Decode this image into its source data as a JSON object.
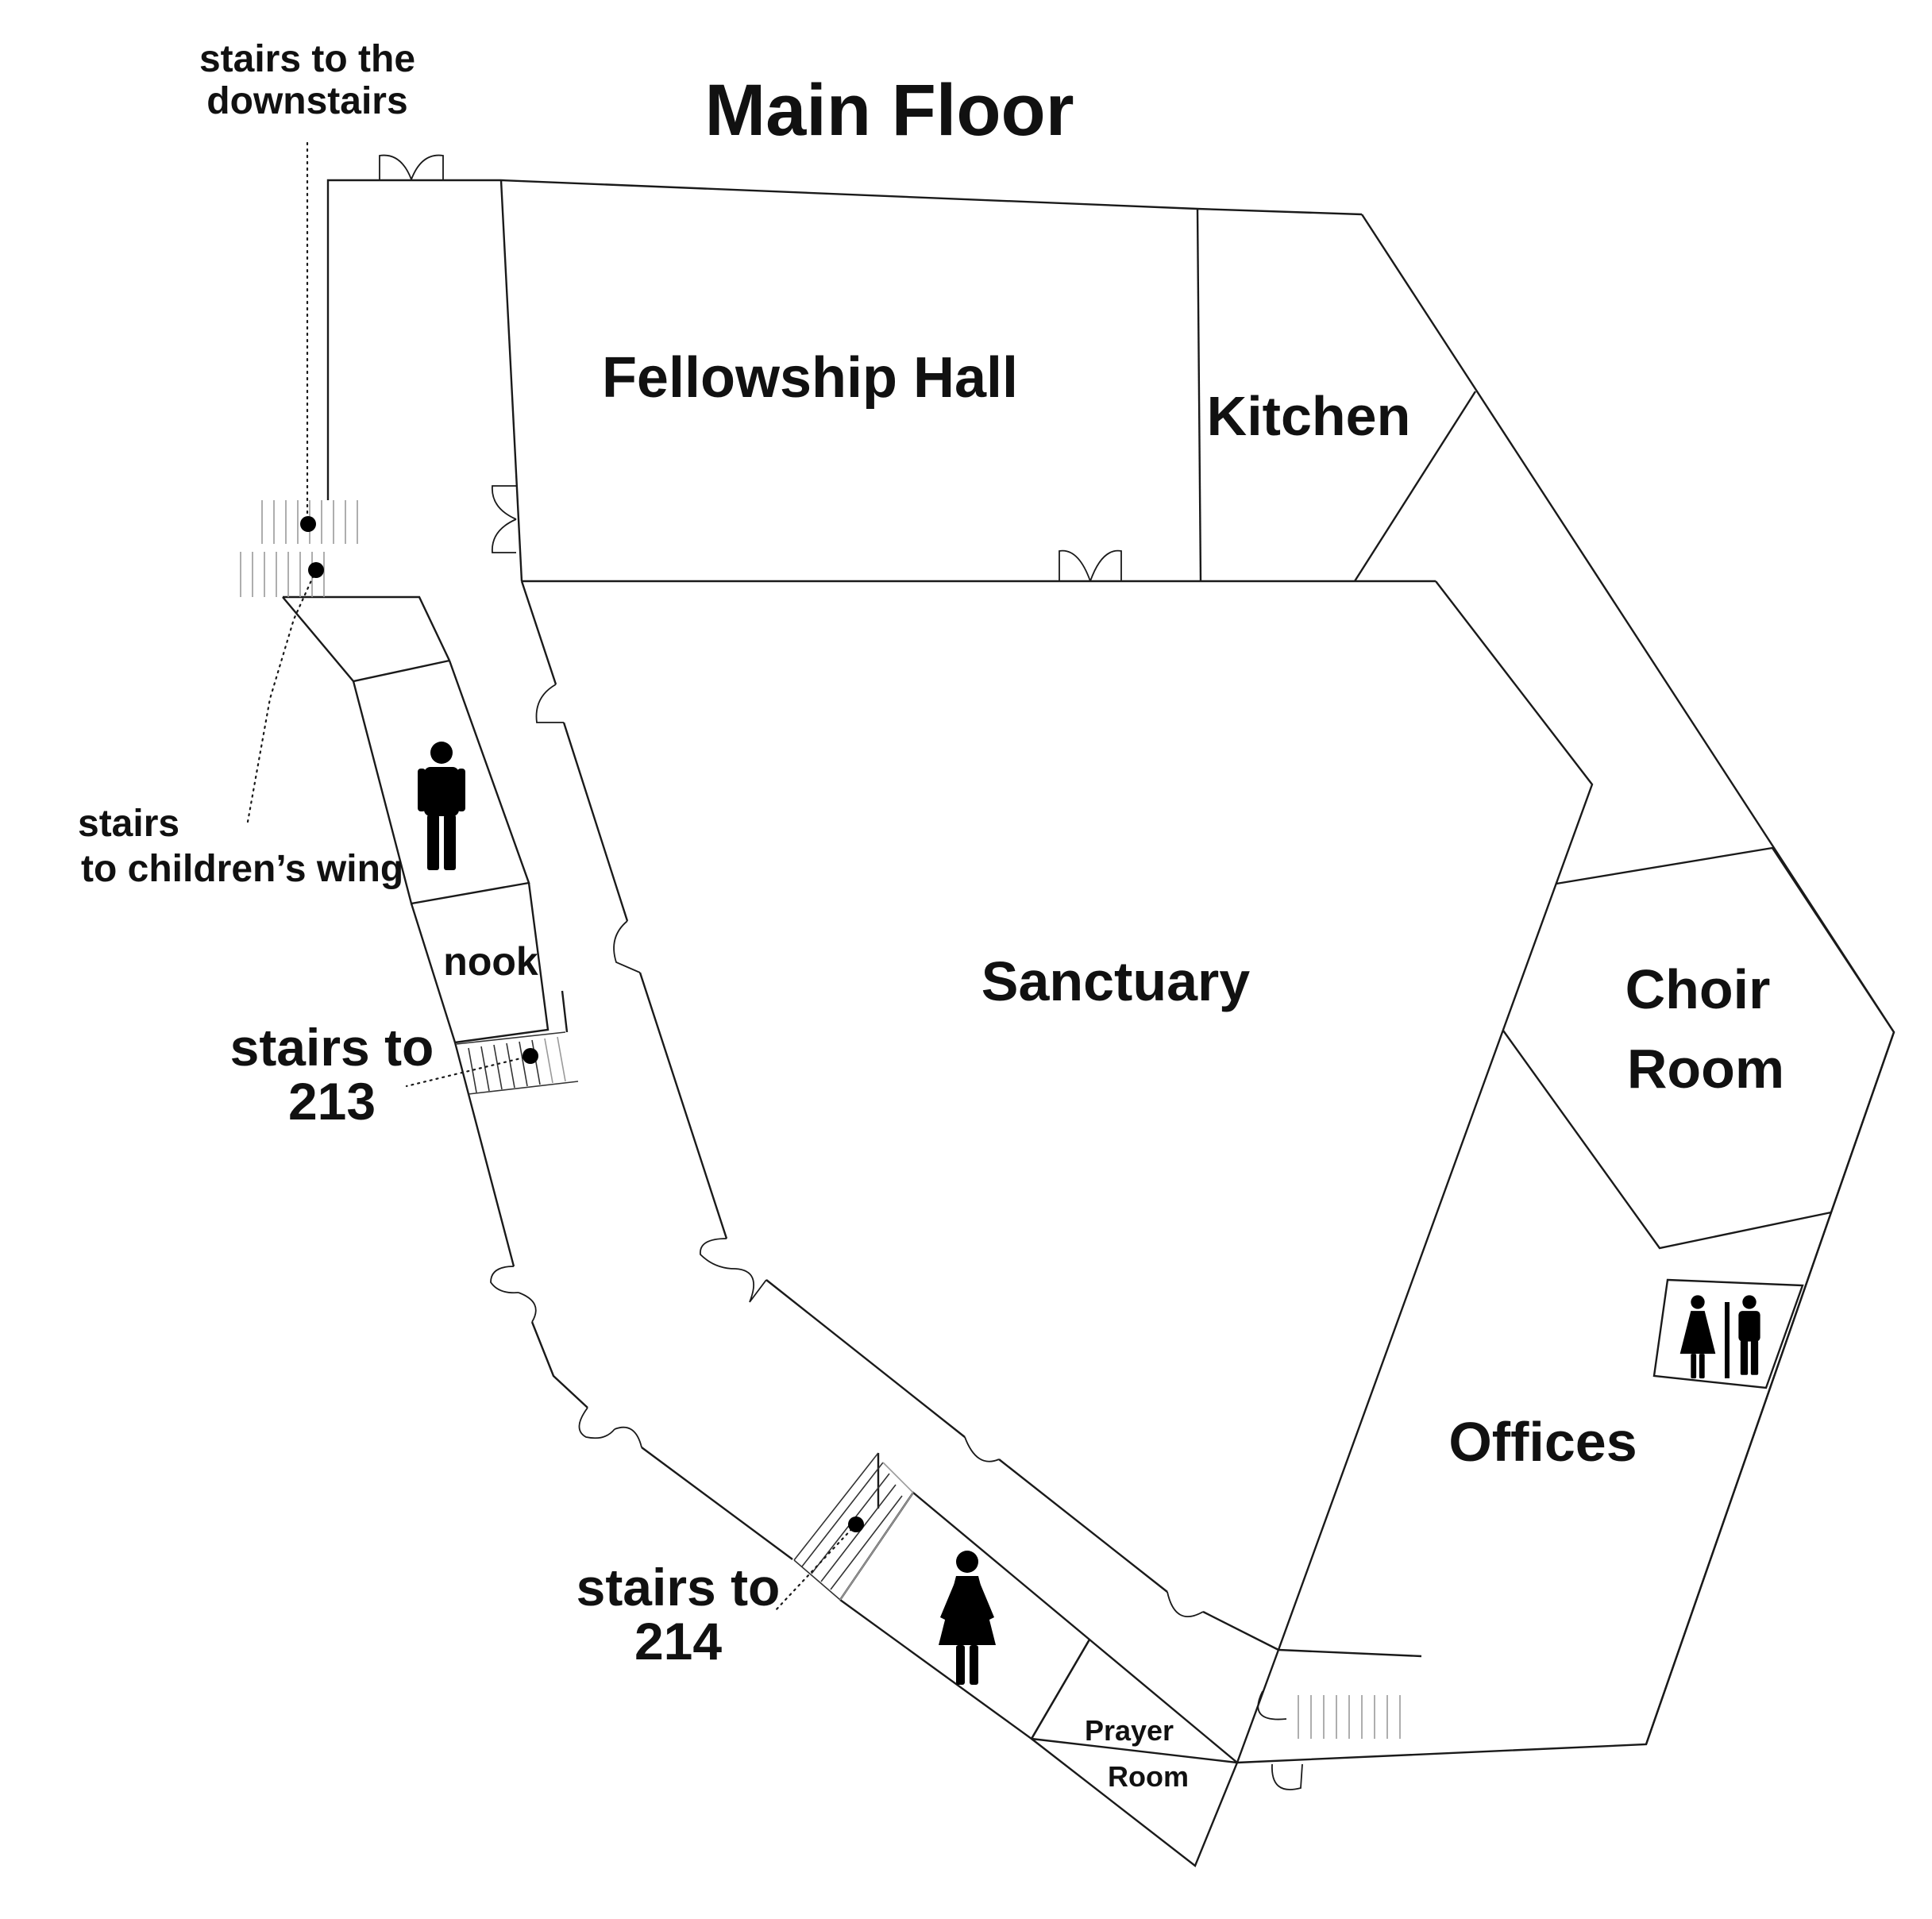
{
  "title": "Main Floor",
  "rooms": {
    "fellowship_hall": "Fellowship Hall",
    "kitchen": "Kitchen",
    "sanctuary": "Sanctuary",
    "choir_room": [
      "Choir",
      "Room"
    ],
    "offices": "Offices",
    "nook": "nook",
    "prayer_room": [
      "Prayer",
      "Room"
    ]
  },
  "stairs_labels": {
    "downstairs": [
      "stairs to the",
      "downstairs"
    ],
    "childrens_wing": [
      "stairs",
      "to children’s wing"
    ],
    "to_213": [
      "stairs to",
      "213"
    ],
    "to_214": [
      "stairs to",
      "214"
    ]
  },
  "icons": {
    "mens_restroom": "male-figure-icon",
    "womens_restroom": "female-figure-icon",
    "unisex_restroom": "unisex-restroom-icon",
    "door": "door-swing-icon",
    "stairs": "stair-treads-icon",
    "stair_marker": "stair-marker-dot"
  }
}
